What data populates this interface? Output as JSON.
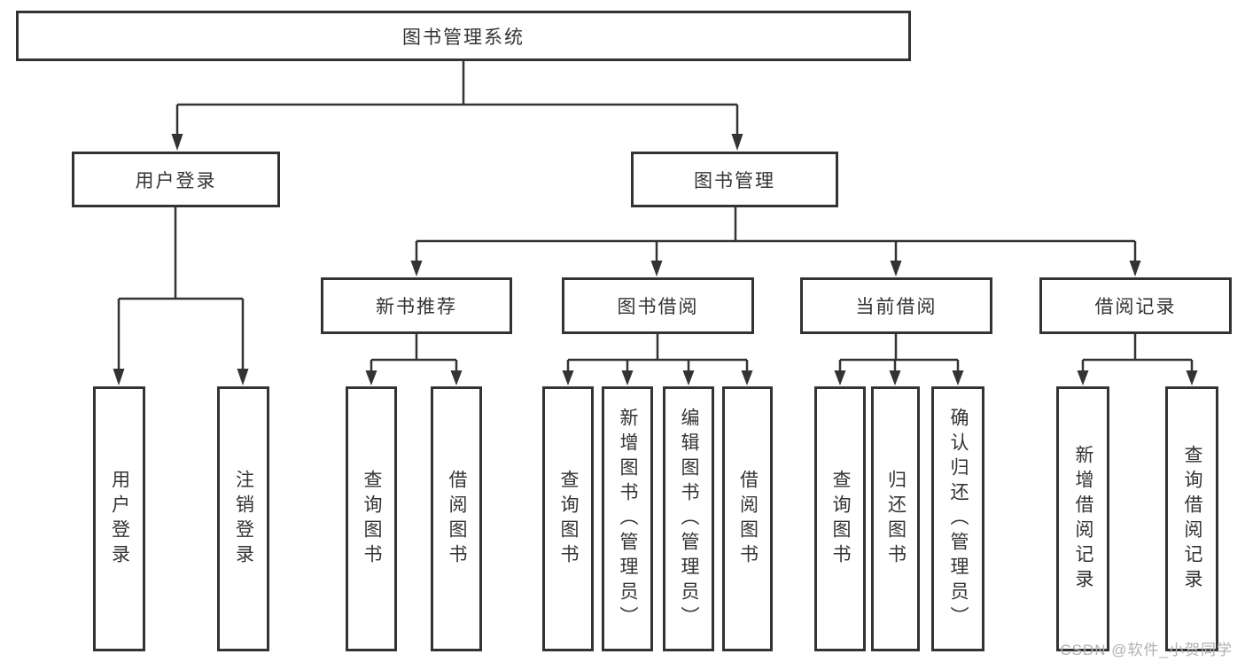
{
  "diagram": {
    "nodes": {
      "root": "图书管理系统",
      "userLogin": "用户登录",
      "bookMgmt": "图书管理",
      "newBooks": "新书推荐",
      "bookBorrow": "图书借阅",
      "currentBorrow": "当前借阅",
      "borrowRecords": "借阅记录",
      "leafLogin": "用户登录",
      "leafLogout": "注销登录",
      "nbQuery": "查询图书",
      "nbBorrow": "借阅图书",
      "bbQuery": "查询图书",
      "bbAdd": "新增图书（管理员）",
      "bbEdit": "编辑图书（管理员）",
      "bbBorrow": "借阅图书",
      "cbQuery": "查询图书",
      "cbReturn": "归还图书",
      "cbConfirm": "确认归还（管理员）",
      "brAdd": "新增借阅记录",
      "brQuery": "查询借阅记录"
    }
  },
  "watermark": "CSDN @软件_小贺同学",
  "colors": {
    "line": "#333333",
    "border": "#333333",
    "text": "#333333",
    "watermark": "#b0b0b0",
    "background": "#ffffff"
  }
}
